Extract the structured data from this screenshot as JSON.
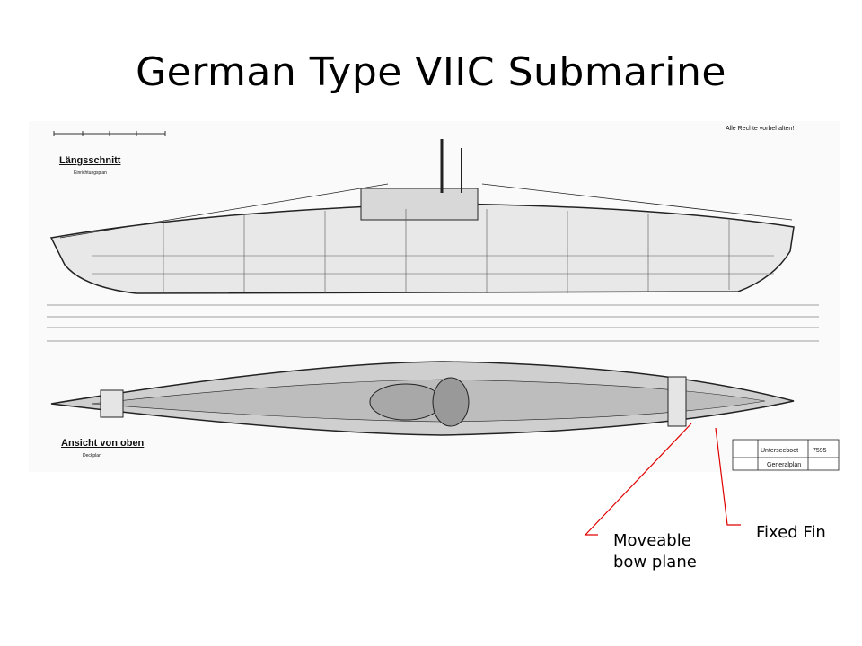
{
  "slide": {
    "title": "German Type VIIC Submarine"
  },
  "blueprint": {
    "section_title": "Längsschnitt",
    "section_subtitle": "Einrichtungsplan",
    "top_view_title": "Ansicht von oben",
    "top_view_subtitle": "Deckplan",
    "rights_notice": "Alle Rechte vorbehalten!",
    "title_block_name": "Unterseeboot",
    "title_block_number": "7595",
    "title_block_plan": "Generalplan"
  },
  "callouts": [
    {
      "label_line1": "Moveable",
      "label_line2": "bow plane"
    },
    {
      "label_line1": "Fixed Fin"
    }
  ],
  "colors": {
    "callout_line": "#e00000"
  }
}
